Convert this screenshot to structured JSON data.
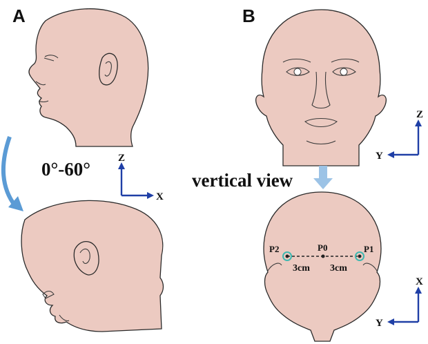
{
  "panels": {
    "a_label": "A",
    "b_label": "B"
  },
  "panel_a": {
    "angle_label": "0°-60°",
    "axis_vertical": "Z",
    "axis_horizontal": "X"
  },
  "panel_b": {
    "view_label": "vertical view",
    "front_axis_vertical": "Z",
    "front_axis_horizontal": "Y",
    "top_axis_vertical": "X",
    "top_axis_horizontal": "Y",
    "point_p0": "P0",
    "point_p1": "P1",
    "point_p2": "P2",
    "dist_left": "3cm",
    "dist_right": "3cm"
  },
  "colors": {
    "skin": "#eccac1",
    "outline": "#2a2a2a",
    "axis_blue": "#1f3fa6",
    "rotation_arrow": "#5b9bd5",
    "view_arrow": "#9cc3e6",
    "electrode": "#3fb8b0"
  }
}
